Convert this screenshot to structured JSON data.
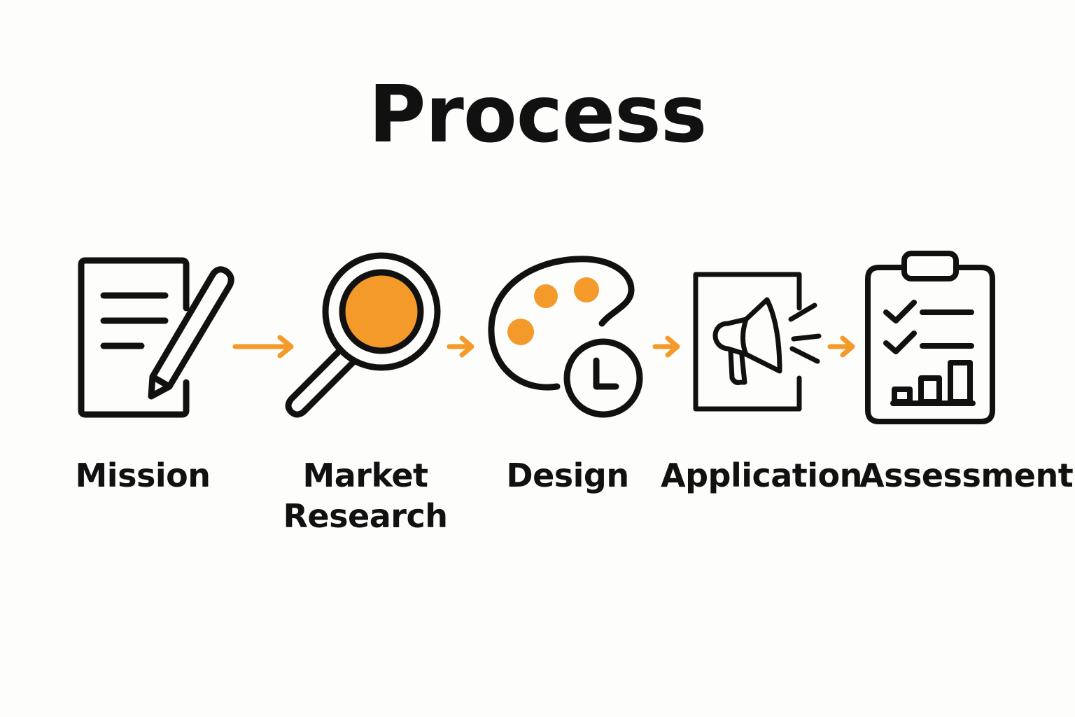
{
  "title": "Process",
  "colors": {
    "accent": "#f39a2b",
    "stroke": "#111111",
    "background": "#fdfdfb"
  },
  "steps": [
    {
      "label_lines": [
        "Mission"
      ],
      "icon": "document-pencil-icon"
    },
    {
      "label_lines": [
        "Market",
        "Research"
      ],
      "icon": "magnifying-glass-icon"
    },
    {
      "label_lines": [
        "Design"
      ],
      "icon": "palette-clock-icon"
    },
    {
      "label_lines": [
        "Application"
      ],
      "icon": "megaphone-icon"
    },
    {
      "label_lines": [
        "Assessment"
      ],
      "icon": "clipboard-chart-icon"
    }
  ]
}
